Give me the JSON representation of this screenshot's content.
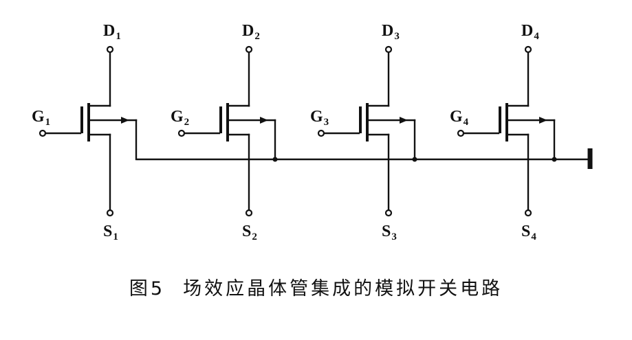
{
  "caption": {
    "figure": "图5",
    "title": "场效应晶体管集成的模拟开关电路"
  },
  "transistors": [
    {
      "gate": "G",
      "gate_sub": "1",
      "drain": "D",
      "drain_sub": "1",
      "source": "S",
      "source_sub": "1"
    },
    {
      "gate": "G",
      "gate_sub": "2",
      "drain": "D",
      "drain_sub": "2",
      "source": "S",
      "source_sub": "2"
    },
    {
      "gate": "G",
      "gate_sub": "3",
      "drain": "D",
      "drain_sub": "3",
      "source": "S",
      "source_sub": "3"
    },
    {
      "gate": "G",
      "gate_sub": "4",
      "drain": "D",
      "drain_sub": "4",
      "source": "S",
      "source_sub": "4"
    }
  ]
}
